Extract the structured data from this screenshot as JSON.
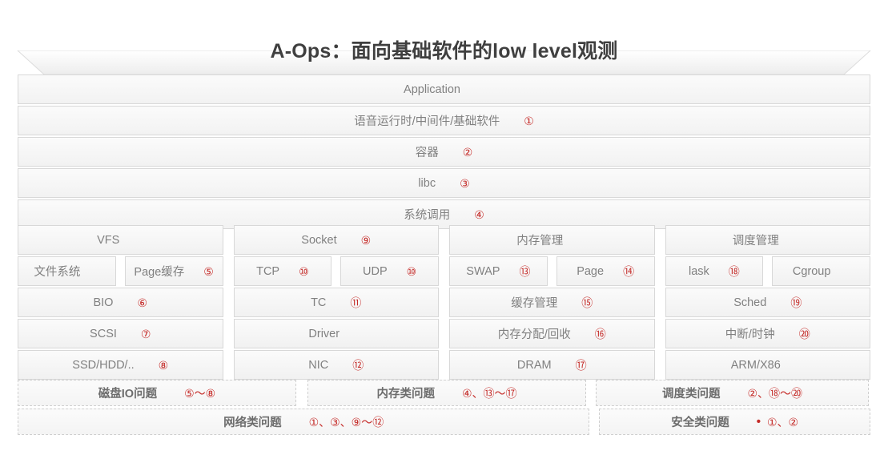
{
  "title": "A-Ops：面向基础软件的low level观测",
  "colors": {
    "accent_red": "#c52b28",
    "text_gray": "#808080",
    "title_gray": "#3f3f3f",
    "border_gray": "#d8d8d8"
  },
  "layers": [
    {
      "label": "Application",
      "num": ""
    },
    {
      "label": "语音运行时/中间件/基础软件",
      "num": "①"
    },
    {
      "label": "容器",
      "num": "②"
    },
    {
      "label": "libc",
      "num": "③"
    },
    {
      "label": "系统调用",
      "num": "④"
    }
  ],
  "columns": [
    {
      "name": "storage",
      "header": {
        "label": "VFS",
        "num": ""
      },
      "split": [
        {
          "label": "文件系统",
          "num": ""
        },
        {
          "label": "Page缓存",
          "num": "⑤"
        }
      ],
      "rows": [
        {
          "label": "BIO",
          "num": "⑥"
        },
        {
          "label": "SCSI",
          "num": "⑦"
        },
        {
          "label": "SSD/HDD/..",
          "num": "⑧"
        }
      ]
    },
    {
      "name": "network",
      "header": {
        "label": "Socket",
        "num": "⑨"
      },
      "split": [
        {
          "label": "TCP",
          "num": "⑩"
        },
        {
          "label": "UDP",
          "num": "⑩"
        }
      ],
      "rows": [
        {
          "label": "TC",
          "num": "⑪"
        },
        {
          "label": "Driver",
          "num": ""
        },
        {
          "label": "NIC",
          "num": "⑫"
        }
      ]
    },
    {
      "name": "memory",
      "header": {
        "label": "内存管理",
        "num": ""
      },
      "split": [
        {
          "label": "SWAP",
          "num": "⑬"
        },
        {
          "label": "Page",
          "num": "⑭"
        }
      ],
      "rows": [
        {
          "label": "缓存管理",
          "num": "⑮"
        },
        {
          "label": "内存分配/回收",
          "num": "⑯"
        },
        {
          "label": "DRAM",
          "num": "⑰"
        }
      ]
    },
    {
      "name": "scheduling",
      "header": {
        "label": "调度管理",
        "num": ""
      },
      "split": [
        {
          "label": "lask",
          "num": "⑱"
        },
        {
          "label": "Cgroup",
          "num": ""
        }
      ],
      "rows": [
        {
          "label": "Sched",
          "num": "⑲"
        },
        {
          "label": "中断/时钟",
          "num": "⑳"
        },
        {
          "label": "ARM/X86",
          "num": ""
        }
      ]
    }
  ],
  "problems": {
    "row1": [
      {
        "name": "disk-io",
        "label": "磁盘IO问题",
        "nums": "⑤～⑧",
        "bullet": false
      },
      {
        "name": "memory",
        "label": "内存类问题",
        "nums": "④、⑬～⑰",
        "bullet": false
      },
      {
        "name": "scheduling",
        "label": "调度类问题",
        "nums": "②、⑱～⑳",
        "bullet": false
      }
    ],
    "row2": [
      {
        "name": "network",
        "label": "网络类问题",
        "nums": "①、③、⑨～⑫",
        "bullet": false
      },
      {
        "name": "security",
        "label": "安全类问题",
        "nums": "①、②",
        "bullet": true
      }
    ]
  }
}
